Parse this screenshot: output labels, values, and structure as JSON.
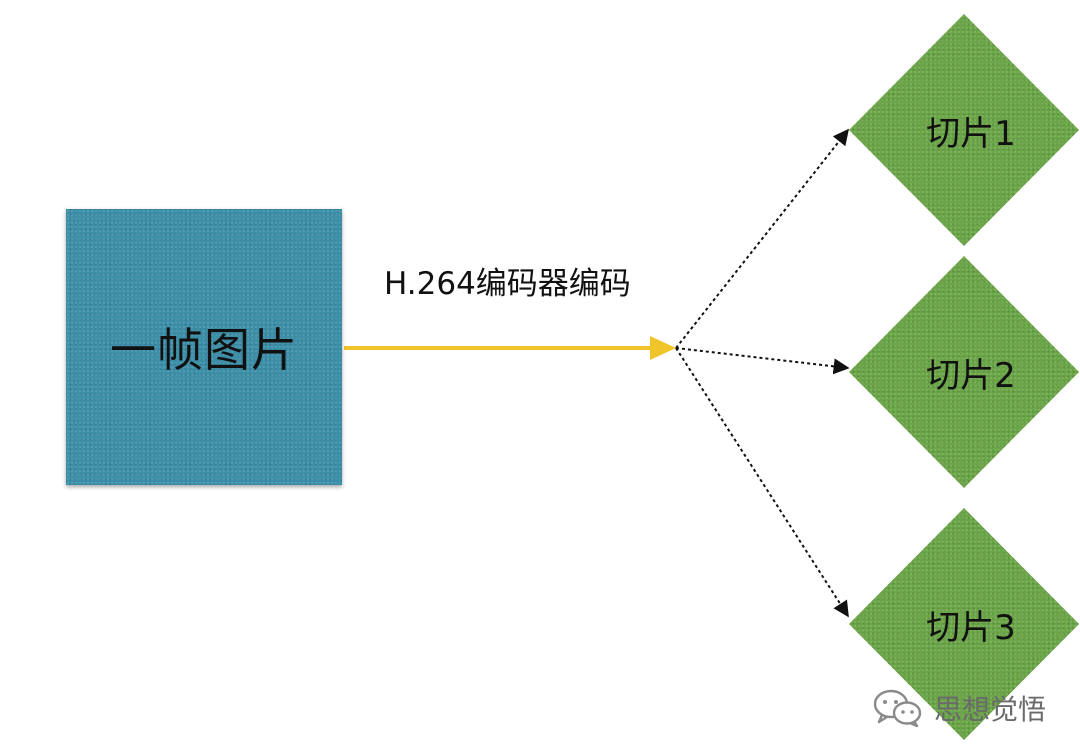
{
  "source_box": {
    "label": "一帧图片"
  },
  "encoder": {
    "label": "H.264编码器编码"
  },
  "slices": [
    {
      "label": "切片1"
    },
    {
      "label": "切片2"
    },
    {
      "label": "切片3"
    }
  ],
  "watermark": {
    "text": "思想觉悟",
    "icon": "wechat-icon"
  },
  "colors": {
    "source_box": "#3c8fa8",
    "slice": "#6aa547",
    "main_arrow": "#f0c52c",
    "dotted_arrow": "#111111"
  }
}
